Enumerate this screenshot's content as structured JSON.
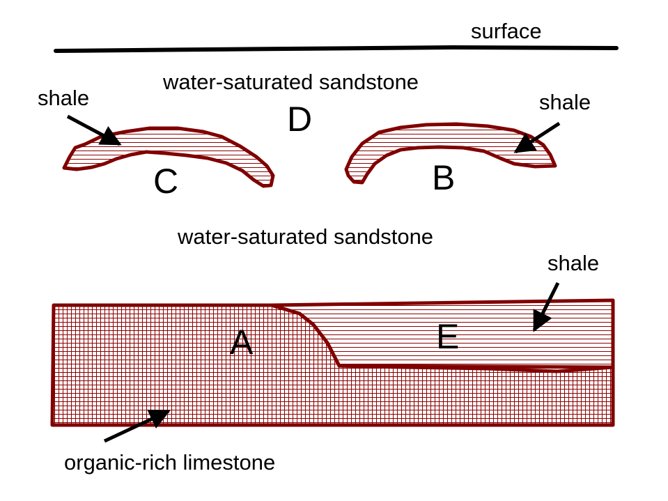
{
  "labels": {
    "surface": "surface",
    "sandstone_top": "water-saturated sandstone",
    "sandstone_middle": "water-saturated sandstone",
    "shale_left": "shale",
    "shale_right": "shale",
    "shale_lower": "shale",
    "limestone": "organic-rich limestone",
    "letter_a": "A",
    "letter_b": "B",
    "letter_c": "C",
    "letter_d": "D",
    "letter_e": "E"
  },
  "colors": {
    "outline": "#800000",
    "hatch": "#8b0000",
    "line": "#000000",
    "background": "#ffffff"
  }
}
